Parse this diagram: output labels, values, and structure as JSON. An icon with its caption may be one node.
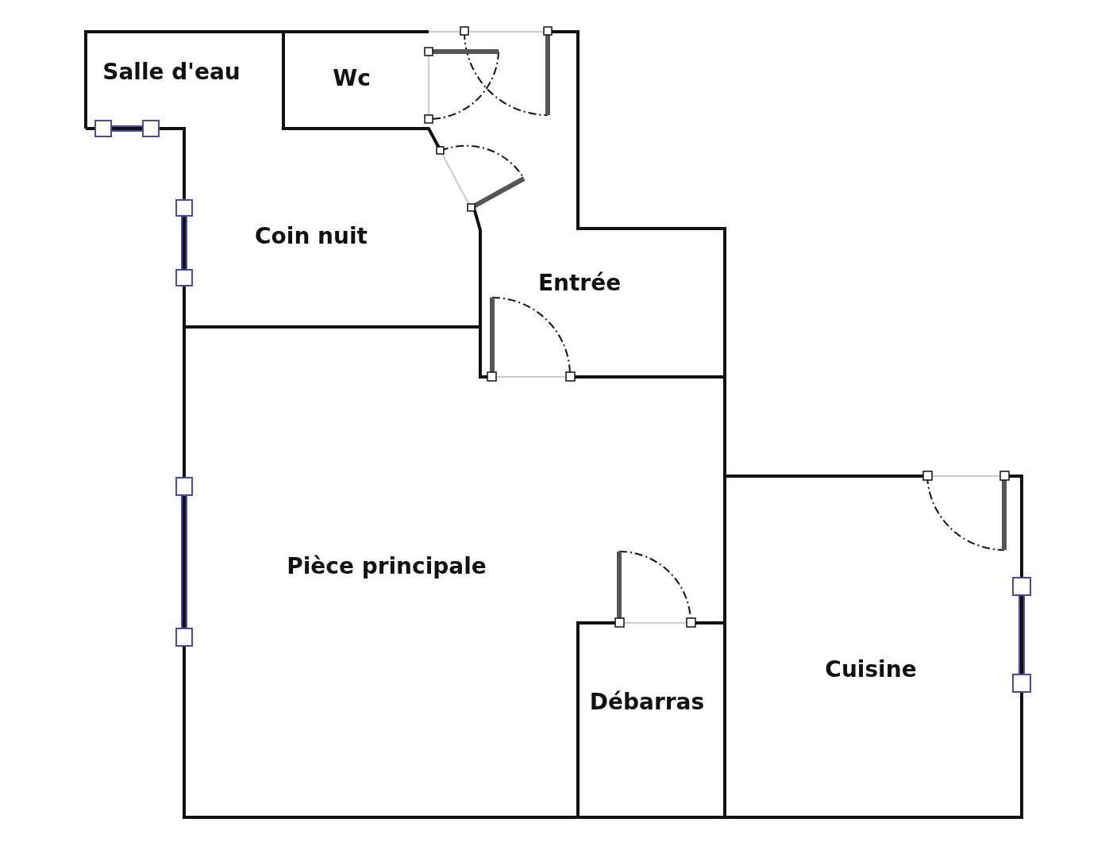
{
  "diagram": {
    "nodes": [
      {
        "text": [
          "Salle d'eau"
        ]
      },
      {
        "text": [
          "Wc"
        ]
      },
      {
        "text": [
          "Coin nuit"
        ]
      },
      {
        "text": [
          "Entrée"
        ]
      },
      {
        "text": [
          "Pièce principale"
        ]
      },
      {
        "text": [
          "Débarras"
        ]
      },
      {
        "text": [
          "Cuisine"
        ]
      }
    ]
  }
}
